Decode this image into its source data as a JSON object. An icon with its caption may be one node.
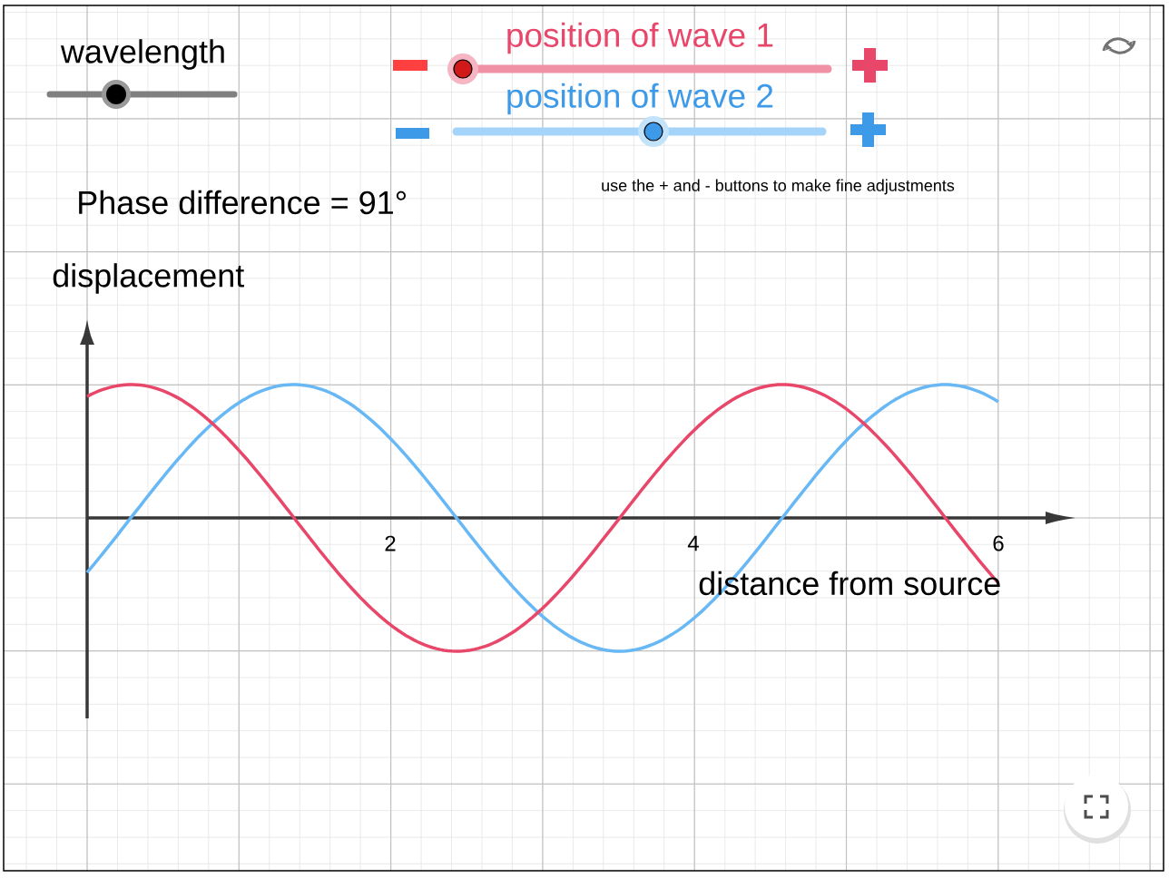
{
  "diagram": {
    "labels": [
      "wavelength",
      "position of wave 1",
      "position of wave 2",
      "Phase difference = 91°",
      "use the + and - buttons to make fine adjustments",
      "displacement",
      "2",
      "4",
      "6",
      "distance from source"
    ]
  }
}
